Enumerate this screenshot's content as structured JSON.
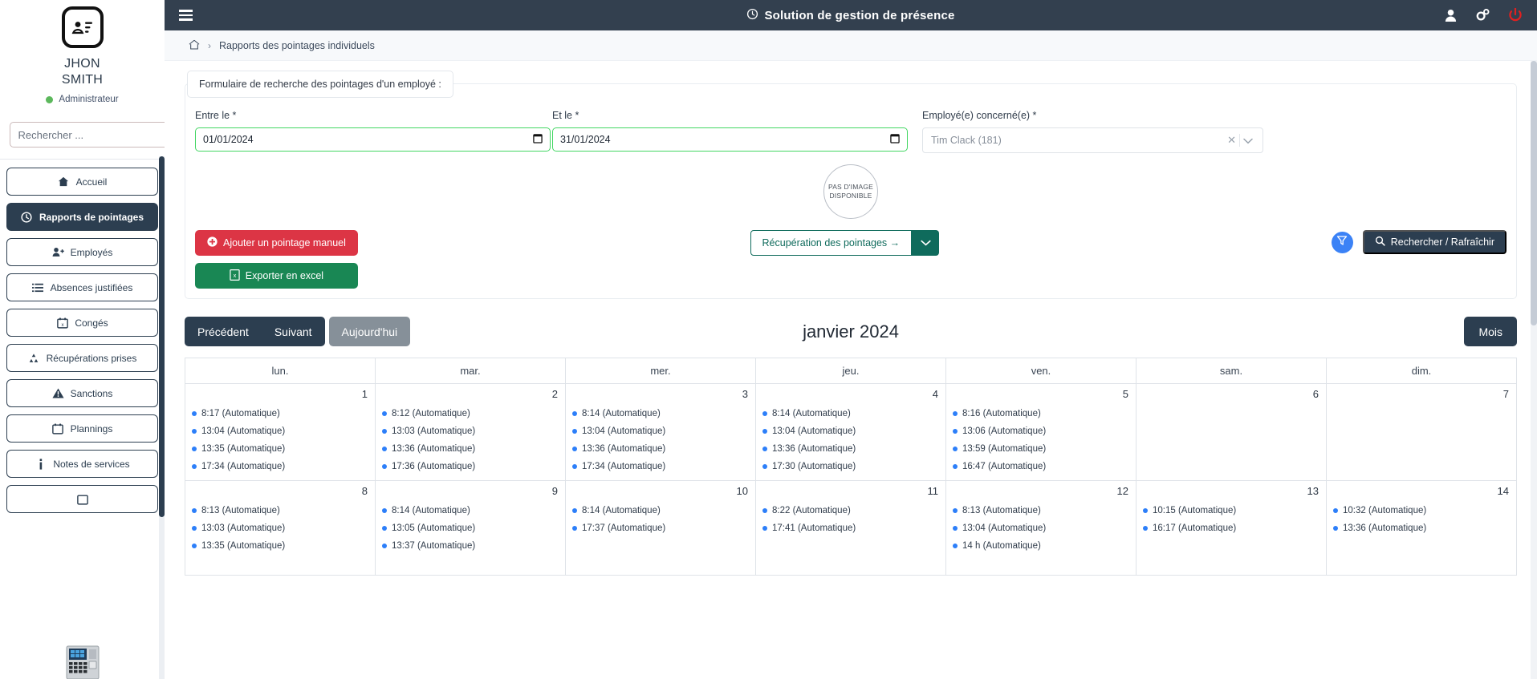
{
  "sidebar": {
    "avatar_icon": "id-card-icon",
    "user_first_name": "JHON",
    "user_last_name": "SMITH",
    "role": "Administrateur",
    "status_color": "#5cb85c",
    "search": {
      "placeholder": "Rechercher ...",
      "value": "",
      "icon": "search-icon"
    },
    "items": [
      {
        "label": "Accueil",
        "icon": "home-icon",
        "active": false
      },
      {
        "label": "Rapports de pointages",
        "icon": "clock-icon",
        "active": true
      },
      {
        "label": "Employés",
        "icon": "user-plus-icon",
        "active": false
      },
      {
        "label": "Absences justifiées",
        "icon": "list-icon",
        "active": false
      },
      {
        "label": "Congés",
        "icon": "calendar-x-icon",
        "active": false
      },
      {
        "label": "Récupérations prises",
        "icon": "recycle-icon",
        "active": false
      },
      {
        "label": "Sanctions",
        "icon": "warning-icon",
        "active": false
      },
      {
        "label": "Plannings",
        "icon": "calendar-icon",
        "active": false
      },
      {
        "label": "Notes de services",
        "icon": "info-icon",
        "active": false
      }
    ],
    "device_image_alt": "time-clock-device"
  },
  "topbar": {
    "menu_icon": "hamburger-icon",
    "title": "Solution de gestion de présence",
    "title_icon": "clock-icon",
    "user_icon": "user-icon",
    "settings_icon": "gears-icon",
    "power_icon": "power-icon",
    "bg": "#33404f"
  },
  "breadcrumb": {
    "home_icon": "home-icon",
    "separator": "›",
    "current": "Rapports des pointages individuels"
  },
  "form": {
    "legend": "Formulaire de recherche des pointages d'un employé :",
    "start": {
      "label": "Entre le *",
      "value": "01/01/2024",
      "icon": "calendar-icon"
    },
    "end": {
      "label": "Et le *",
      "value": "31/01/2024",
      "icon": "calendar-icon"
    },
    "employee": {
      "label": "Employé(e) concerné(e) *",
      "value": "Tim Clack (181)",
      "clear_icon": "close-icon",
      "chevron_icon": "chevron-down-icon"
    },
    "no_image": {
      "line1": "PAS D'IMAGE",
      "line2": "DISPONIBLE"
    }
  },
  "actions": {
    "add_manual": {
      "label": "Ajouter un pointage manuel",
      "icon": "plus-circle-icon",
      "color": "#dc3545"
    },
    "export_excel": {
      "label": "Exporter en excel",
      "icon": "excel-icon",
      "color": "#198754"
    },
    "recover": {
      "label": "Récupération des pointages →",
      "caret_icon": "chevron-down-icon",
      "color": "#0f6b5c"
    },
    "filter": {
      "icon": "filter-icon",
      "color": "#3b82f6"
    },
    "search_refresh": {
      "label": "Rechercher / Rafraîchir",
      "icon": "search-icon",
      "color": "#2c3e50"
    }
  },
  "calendar": {
    "prev_label": "Précédent",
    "next_label": "Suivant",
    "today_label": "Aujourd'hui",
    "month_label": "Mois",
    "title": "janvier 2024",
    "weekdays": [
      "lun.",
      "mar.",
      "mer.",
      "jeu.",
      "ven.",
      "sam.",
      "dim."
    ],
    "weeks": [
      [
        {
          "day": "1",
          "events": [
            "8:17 (Automatique)",
            "13:04 (Automatique)",
            "13:35 (Automatique)",
            "17:34 (Automatique)"
          ]
        },
        {
          "day": "2",
          "events": [
            "8:12 (Automatique)",
            "13:03 (Automatique)",
            "13:36 (Automatique)",
            "17:36 (Automatique)"
          ]
        },
        {
          "day": "3",
          "events": [
            "8:14 (Automatique)",
            "13:04 (Automatique)",
            "13:36 (Automatique)",
            "17:34 (Automatique)"
          ]
        },
        {
          "day": "4",
          "events": [
            "8:14 (Automatique)",
            "13:04 (Automatique)",
            "13:36 (Automatique)",
            "17:30 (Automatique)"
          ]
        },
        {
          "day": "5",
          "events": [
            "8:16 (Automatique)",
            "13:06 (Automatique)",
            "13:59 (Automatique)",
            "16:47 (Automatique)"
          ]
        },
        {
          "day": "6",
          "events": []
        },
        {
          "day": "7",
          "events": []
        }
      ],
      [
        {
          "day": "8",
          "events": [
            "8:13 (Automatique)",
            "13:03 (Automatique)",
            "13:35 (Automatique)"
          ]
        },
        {
          "day": "9",
          "events": [
            "8:14 (Automatique)",
            "13:05 (Automatique)",
            "13:37 (Automatique)"
          ]
        },
        {
          "day": "10",
          "events": [
            "8:14 (Automatique)",
            "17:37 (Automatique)"
          ]
        },
        {
          "day": "11",
          "events": [
            "8:22 (Automatique)",
            "17:41 (Automatique)"
          ]
        },
        {
          "day": "12",
          "events": [
            "8:13 (Automatique)",
            "13:04 (Automatique)",
            "14 h (Automatique)"
          ]
        },
        {
          "day": "13",
          "events": [
            "10:15 (Automatique)",
            "16:17 (Automatique)"
          ]
        },
        {
          "day": "14",
          "events": [
            "10:32 (Automatique)",
            "13:36 (Automatique)"
          ]
        }
      ]
    ]
  }
}
